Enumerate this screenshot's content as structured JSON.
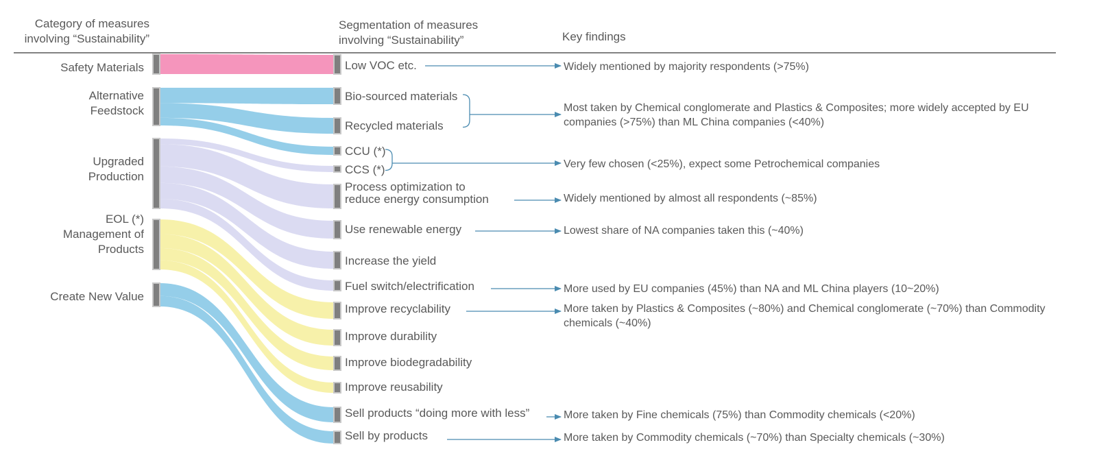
{
  "headers": {
    "category_line1": "Category of measures",
    "category_line2": "involving “Sustainability”",
    "segment_line1": "Segmentation of measures",
    "segment_line2": "involving “Sustainability”",
    "findings": "Key findings"
  },
  "categories": [
    {
      "id": "safety",
      "lines": [
        "Safety Materials"
      ],
      "color": "#f48fb8"
    },
    {
      "id": "feedstock",
      "lines": [
        "Alternative",
        "Feedstock"
      ],
      "color": "#8fcbe8"
    },
    {
      "id": "production",
      "lines": [
        "Upgraded",
        "Production"
      ],
      "color": "#d5d5f0"
    },
    {
      "id": "eol",
      "lines": [
        "EOL (*)",
        "Management of",
        "Products"
      ],
      "color": "#f6ef9b"
    },
    {
      "id": "value",
      "lines": [
        "Create New Value"
      ],
      "color": "#8fcbe8"
    }
  ],
  "segments": [
    {
      "id": "voc",
      "lines": [
        "Low VOC etc."
      ]
    },
    {
      "id": "bio",
      "lines": [
        "Bio-sourced materials"
      ]
    },
    {
      "id": "recycled",
      "lines": [
        "Recycled materials"
      ]
    },
    {
      "id": "ccu",
      "lines": [
        "CCU (*)"
      ]
    },
    {
      "id": "ccs",
      "lines": [
        "CCS (*)"
      ]
    },
    {
      "id": "process",
      "lines": [
        "Process optimization to",
        "reduce energy consumption"
      ]
    },
    {
      "id": "renewable",
      "lines": [
        "Use renewable energy"
      ]
    },
    {
      "id": "yield",
      "lines": [
        "Increase the yield"
      ]
    },
    {
      "id": "fuel",
      "lines": [
        "Fuel switch/electrification"
      ]
    },
    {
      "id": "recyclability",
      "lines": [
        "Improve recyclability"
      ]
    },
    {
      "id": "durability",
      "lines": [
        "Improve durability"
      ]
    },
    {
      "id": "biodeg",
      "lines": [
        "Improve biodegradability"
      ]
    },
    {
      "id": "reusability",
      "lines": [
        "Improve reusability"
      ]
    },
    {
      "id": "more_less",
      "lines": [
        "Sell products “doing more with less”"
      ]
    },
    {
      "id": "byproducts",
      "lines": [
        "Sell by products"
      ]
    }
  ],
  "flows": [
    {
      "from": "safety",
      "to": "voc"
    },
    {
      "from": "feedstock",
      "to": "bio"
    },
    {
      "from": "feedstock",
      "to": "recycled"
    },
    {
      "from": "feedstock",
      "to": "ccu"
    },
    {
      "from": "production",
      "to": "ccs"
    },
    {
      "from": "production",
      "to": "process"
    },
    {
      "from": "production",
      "to": "renewable"
    },
    {
      "from": "production",
      "to": "yield"
    },
    {
      "from": "production",
      "to": "fuel"
    },
    {
      "from": "eol",
      "to": "recyclability"
    },
    {
      "from": "eol",
      "to": "durability"
    },
    {
      "from": "eol",
      "to": "biodeg"
    },
    {
      "from": "eol",
      "to": "reusability"
    },
    {
      "from": "value",
      "to": "more_less"
    },
    {
      "from": "value",
      "to": "byproducts"
    }
  ],
  "findings": [
    {
      "segments": [
        "voc"
      ],
      "lines": [
        "Widely mentioned by majority respondents (>75%)"
      ]
    },
    {
      "segments": [
        "bio",
        "recycled"
      ],
      "lines": [
        "Most taken by Chemical conglomerate and Plastics & Composites; more widely accepted by EU",
        "companies (>75%) than ML China companies (<40%)"
      ]
    },
    {
      "segments": [
        "ccu",
        "ccs"
      ],
      "lines": [
        "Very few chosen (<25%), expect some Petrochemical companies"
      ]
    },
    {
      "segments": [
        "process"
      ],
      "lines": [
        "Widely mentioned by almost all respondents (~85%)"
      ]
    },
    {
      "segments": [
        "renewable"
      ],
      "lines": [
        "Lowest share of NA companies taken this (~40%)"
      ]
    },
    {
      "segments": [
        "fuel"
      ],
      "lines": [
        "More used by EU companies (45%) than NA and ML China players (10~20%)"
      ]
    },
    {
      "segments": [
        "recyclability"
      ],
      "lines": [
        "More taken by Plastics & Composites (~80%) and Chemical conglomerate (~70%) than Commodity",
        "chemicals (~40%)"
      ]
    },
    {
      "segments": [
        "more_less"
      ],
      "lines": [
        "More taken by Fine chemicals (75%) than Commodity chemicals (<20%)"
      ]
    },
    {
      "segments": [
        "byproducts"
      ],
      "lines": [
        "More taken by Commodity chemicals (~70%) than Specialty chemicals (~30%)"
      ]
    }
  ],
  "style": {
    "node_color": "#7f7f7f",
    "node_border": "#c8c8c8",
    "arrow_color": "#4a8bb0",
    "rule_color": "#595959"
  }
}
